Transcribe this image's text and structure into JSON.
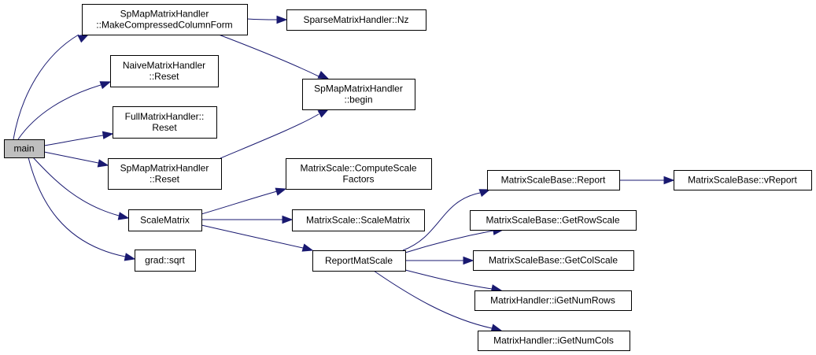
{
  "diagram": {
    "type": "call-graph",
    "colors": {
      "edge": "#191970",
      "node_fill": "#ffffff",
      "root_fill": "#bfbfbf",
      "border": "#000000",
      "text": "#000000"
    },
    "nodes": [
      {
        "id": "main",
        "lines": [
          "main"
        ],
        "root": true
      },
      {
        "id": "mccf",
        "lines": [
          "SpMapMatrixHandler",
          "::MakeCompressedColumnForm"
        ]
      },
      {
        "id": "naive_reset",
        "lines": [
          "NaiveMatrixHandler",
          "::Reset"
        ]
      },
      {
        "id": "full_reset",
        "lines": [
          "FullMatrixHandler::",
          "Reset"
        ]
      },
      {
        "id": "spmap_reset",
        "lines": [
          "SpMapMatrixHandler",
          "::Reset"
        ]
      },
      {
        "id": "scalematrix",
        "lines": [
          "ScaleMatrix"
        ]
      },
      {
        "id": "sqrt",
        "lines": [
          "grad::sqrt"
        ]
      },
      {
        "id": "nz",
        "lines": [
          "SparseMatrixHandler::Nz"
        ]
      },
      {
        "id": "begin",
        "lines": [
          "SpMapMatrixHandler",
          "::begin"
        ]
      },
      {
        "id": "csf",
        "lines": [
          "MatrixScale::ComputeScale",
          "Factors"
        ]
      },
      {
        "id": "ms_scalematrix",
        "lines": [
          "MatrixScale::ScaleMatrix"
        ]
      },
      {
        "id": "reportmatscale",
        "lines": [
          "ReportMatScale"
        ]
      },
      {
        "id": "report",
        "lines": [
          "MatrixScaleBase::Report"
        ]
      },
      {
        "id": "getrowscale",
        "lines": [
          "MatrixScaleBase::GetRowScale"
        ]
      },
      {
        "id": "getcolscale",
        "lines": [
          "MatrixScaleBase::GetColScale"
        ]
      },
      {
        "id": "numrows",
        "lines": [
          "MatrixHandler::iGetNumRows"
        ]
      },
      {
        "id": "numcols",
        "lines": [
          "MatrixHandler::iGetNumCols"
        ]
      },
      {
        "id": "vreport",
        "lines": [
          "MatrixScaleBase::vReport"
        ]
      }
    ],
    "edges": [
      {
        "from": "main",
        "to": "mccf"
      },
      {
        "from": "main",
        "to": "naive_reset"
      },
      {
        "from": "main",
        "to": "full_reset"
      },
      {
        "from": "main",
        "to": "spmap_reset"
      },
      {
        "from": "main",
        "to": "scalematrix"
      },
      {
        "from": "main",
        "to": "sqrt"
      },
      {
        "from": "mccf",
        "to": "nz"
      },
      {
        "from": "mccf",
        "to": "begin"
      },
      {
        "from": "spmap_reset",
        "to": "begin"
      },
      {
        "from": "scalematrix",
        "to": "csf"
      },
      {
        "from": "scalematrix",
        "to": "ms_scalematrix"
      },
      {
        "from": "scalematrix",
        "to": "reportmatscale"
      },
      {
        "from": "reportmatscale",
        "to": "report"
      },
      {
        "from": "reportmatscale",
        "to": "getrowscale"
      },
      {
        "from": "reportmatscale",
        "to": "getcolscale"
      },
      {
        "from": "reportmatscale",
        "to": "numrows"
      },
      {
        "from": "reportmatscale",
        "to": "numcols"
      },
      {
        "from": "report",
        "to": "vreport"
      }
    ]
  }
}
